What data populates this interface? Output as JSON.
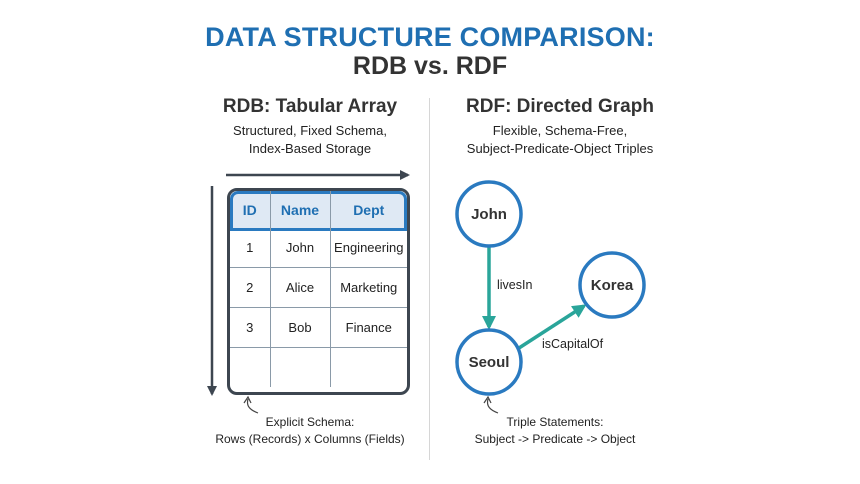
{
  "header": {
    "title_line1": "DATA STRUCTURE COMPARISON:",
    "title_line2": "RDB vs. RDF"
  },
  "colors": {
    "title_blue": "#1f6fb2",
    "node_blue": "#2a7ac0",
    "edge_teal": "#2aa59a",
    "header_fill": "#dfe9f4"
  },
  "rdb": {
    "title": "RDB: Tabular Array",
    "subtitle_line1": "Structured, Fixed Schema,",
    "subtitle_line2": "Index-Based Storage",
    "columns": [
      "ID",
      "Name",
      "Dept"
    ],
    "rows": [
      [
        "1",
        "John",
        "Engineering"
      ],
      [
        "2",
        "Alice",
        "Marketing"
      ],
      [
        "3",
        "Bob",
        "Finance"
      ],
      [
        "",
        "",
        ""
      ]
    ],
    "note_line1": "Explicit Schema:",
    "note_line2": "Rows (Records) x Columns (Fields)"
  },
  "rdf": {
    "title": "RDF: Directed Graph",
    "subtitle_line1": "Flexible, Schema-Free,",
    "subtitle_line2": "Subject-Predicate-Object Triples",
    "nodes": {
      "john": "John",
      "seoul": "Seoul",
      "korea": "Korea"
    },
    "edges": {
      "lives_in": "livesIn",
      "is_capital_of": "isCapitalOf"
    },
    "note_line1": "Triple Statements:",
    "note_line2": "Subject -> Predicate -> Object"
  }
}
